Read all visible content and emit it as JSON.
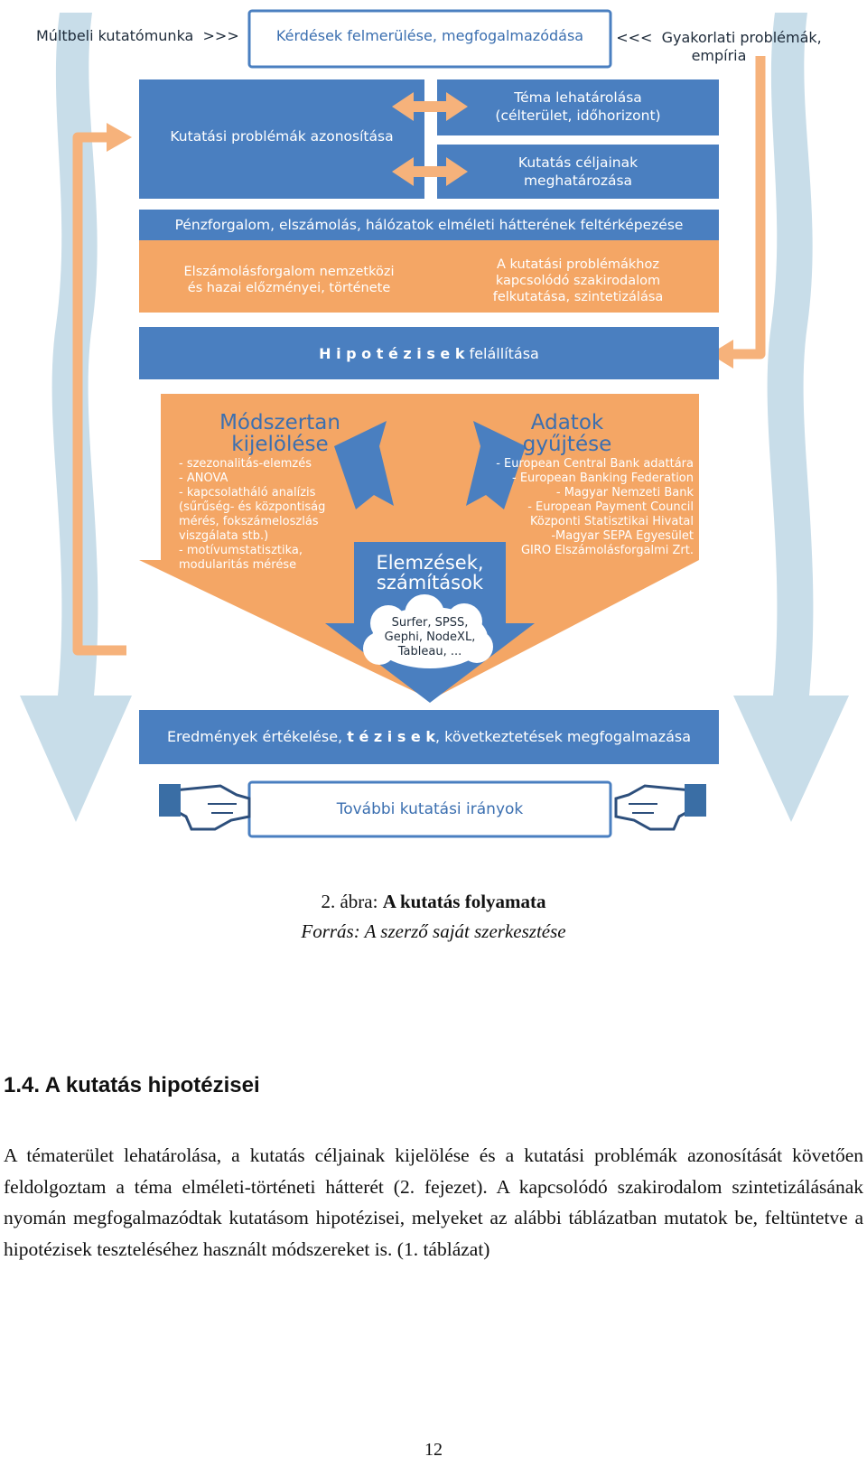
{
  "diagram": {
    "top_left_label": "Múltbeli kutatómunka  >>>",
    "top_center_box": "Kérdések felmerülése, megfogalmazódása",
    "top_right_label_line1": "<<<  Gyakorlati problémák,",
    "top_right_label_line2": "empíria",
    "research_problems_box": "Kutatási problémák azonosítása",
    "topic_definition_box_line1": "Téma lehatárolása",
    "topic_definition_box_line2": "(célterület, időhorizont)",
    "research_goals_box_line1": "Kutatás céljainak",
    "research_goals_box_line2": "meghatározása",
    "theory_band": "Pénzforgalom, elszámolás, hálózatok elméleti hátterének feltérképezése",
    "history_box_line1": "Elszámolásforgalom nemzetközi",
    "history_box_line2": "és hazai előzményei, története",
    "literature_box_line1": "A kutatási problémákhoz",
    "literature_box_line2": "kapcsolódó szakirodalom",
    "literature_box_line3": "felkutatása, szintetizálása",
    "hypotheses_band_spaced": "H i p o t é z i s e k",
    "hypotheses_band_rest": "felállítása",
    "methods_title_line1": "Módszertan",
    "methods_title_line2": "kijelölése",
    "methods_list": "- szezonalitás-elemzés\n- ANOVA\n- kapcsolatháló analízis\n(sűrűség- és központiság\nmérés, fokszámeloszlás\nviszgálata stb.)\n- motívumstatisztika,\nmodularitás mérése",
    "data_title_line1": "Adatok",
    "data_title_line2": "gyűjtése",
    "data_list": "- European Central Bank adattára\n- European Banking Federation\n- Magyar Nemzeti Bank\n- European Payment Council\nKözponti Statisztikai Hivatal\n-Magyar SEPA Egyesület\nGIRO Elszámolásforgalmi Zrt.",
    "analysis_title_line1": "Elemzések,",
    "analysis_title_line2": "számítások",
    "tools_line1": "Surfer, SPSS,",
    "tools_line2": "Gephi, NodeXL,",
    "tools_line3": "Tableau, ...",
    "results_band_part1": "Eredmények értékelése,",
    "results_band_theses": "t é z i s e k",
    "results_band_part2": ", következtetések megfogalmazása",
    "further_directions_box": "További kutatási irányok"
  },
  "caption": {
    "figure_label": "2. ábra: ",
    "figure_title": "A kutatás folyamata",
    "source": "Forrás: A szerző saját szerkesztése"
  },
  "section": {
    "heading": "1.4. A kutatás hipotézisei",
    "paragraph": "A tématerület lehatárolása, a kutatás céljainak kijelölése és a kutatási problémák azonosítását követően feldolgoztam a téma elméleti-történeti hátterét (2. fejezet). A kapcsolódó szakirodalom szintetizálásának nyomán megfogalmazódtak kutatásom hipotézisei, melyeket az alábbi táblázatban mutatok be, feltüntetve a hipotézisek teszteléséhez használt módszereket is. (1. táblázat)"
  },
  "page_number": "12",
  "colors": {
    "blue": "#4a7fc0",
    "orange": "#f4a665",
    "light_blue": "#c5dce8",
    "dark_blue_text": "#3b6fb0"
  }
}
